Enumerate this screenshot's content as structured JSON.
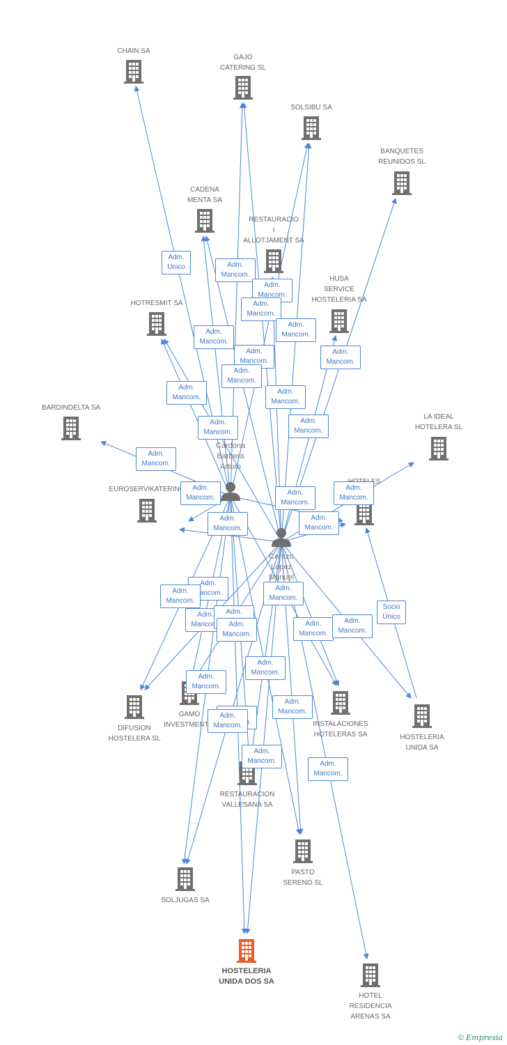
{
  "colors": {
    "edge": "#4a86d6",
    "building": "#6f6f6f",
    "highlight": "#ee5a28",
    "person": "#6f6f6f"
  },
  "companies": [
    {
      "id": "chain",
      "label": "CHAIN SA"
    },
    {
      "id": "gajo",
      "label": "GAJO\nCATERING SL"
    },
    {
      "id": "solsibu",
      "label": "SOLSIBU SA"
    },
    {
      "id": "banquetes",
      "label": "BANQUETES\nREUNIDOS SL"
    },
    {
      "id": "cadena",
      "label": "CADENA\nMENTA SA"
    },
    {
      "id": "restauracio",
      "label": "RESTAURACIO\nI\nALLOTJAMENT SA"
    },
    {
      "id": "husa",
      "label": "HUSA\nSERVICE\nHOSTELERIA SA"
    },
    {
      "id": "hotresmit",
      "label": "HOTRESMIT SA"
    },
    {
      "id": "bardindelta",
      "label": "BARDINDELTA SA"
    },
    {
      "id": "laideal",
      "label": "LA IDEAL\nHOTELERA SL"
    },
    {
      "id": "euroserv",
      "label": "EUROSERVIKATERING"
    },
    {
      "id": "hoteles",
      "label": "HOTELES\n   SL"
    },
    {
      "id": "difusion",
      "label": "DIFUSION\nHOSTELERA SL"
    },
    {
      "id": "gamo",
      "label": "GAMO\nINVESTMENT S"
    },
    {
      "id": "instalaciones",
      "label": "INSTALACIONES\nHOTELERAS SA"
    },
    {
      "id": "hostunida",
      "label": "HOSTELERIA\nUNIDA SA"
    },
    {
      "id": "vallesana",
      "label": "RESTAURACION\nVALLESANA SA"
    },
    {
      "id": "pasto",
      "label": "PASTO\nSERENO SL"
    },
    {
      "id": "soljugas",
      "label": "SOLJUGAS SA"
    },
    {
      "id": "hostunidados",
      "label": "HOSTELERIA\nUNIDA DOS SA",
      "highlight": true
    },
    {
      "id": "arenas",
      "label": "HOTEL\nRESIDENCIA\nARENAS SA"
    }
  ],
  "people": [
    {
      "id": "cardona",
      "label": "Cardona\nBarbera\nArturo"
    },
    {
      "id": "cerezo",
      "label": "Cerezo\nLopez\nManuel"
    }
  ],
  "edges": [
    {
      "from": "cardona",
      "to": "chain"
    },
    {
      "from": "cardona",
      "to": "gajo"
    },
    {
      "from": "cardona",
      "to": "solsibu"
    },
    {
      "from": "cardona",
      "to": "cadena"
    },
    {
      "from": "cardona",
      "to": "hotresmit"
    },
    {
      "from": "cardona",
      "to": "bardindelta"
    },
    {
      "from": "cardona",
      "to": "euroserv"
    },
    {
      "from": "cardona",
      "to": "hoteles"
    },
    {
      "from": "cardona",
      "to": "difusion"
    },
    {
      "from": "cardona",
      "to": "gamo"
    },
    {
      "from": "cardona",
      "to": "soljugas"
    },
    {
      "from": "cardona",
      "to": "hostunidados"
    },
    {
      "from": "cardona",
      "to": "pasto"
    },
    {
      "from": "cardona",
      "to": "instalaciones"
    },
    {
      "from": "cardona",
      "to": "vallesana"
    },
    {
      "from": "cerezo",
      "to": "gajo"
    },
    {
      "from": "cerezo",
      "to": "solsibu"
    },
    {
      "from": "cerezo",
      "to": "banquetes"
    },
    {
      "from": "cerezo",
      "to": "cadena"
    },
    {
      "from": "cerezo",
      "to": "restauracio"
    },
    {
      "from": "cerezo",
      "to": "husa"
    },
    {
      "from": "cerezo",
      "to": "hotresmit"
    },
    {
      "from": "cerezo",
      "to": "laideal"
    },
    {
      "from": "cerezo",
      "to": "hoteles"
    },
    {
      "from": "cerezo",
      "to": "euroserv"
    },
    {
      "from": "cerezo",
      "to": "difusion"
    },
    {
      "from": "cerezo",
      "to": "instalaciones"
    },
    {
      "from": "cerezo",
      "to": "hostunida"
    },
    {
      "from": "cerezo",
      "to": "vallesana"
    },
    {
      "from": "cerezo",
      "to": "pasto"
    },
    {
      "from": "cerezo",
      "to": "soljugas"
    },
    {
      "from": "cerezo",
      "to": "arenas"
    },
    {
      "from": "cerezo",
      "to": "hostunidados"
    },
    {
      "from": "cerezo",
      "to": "gamo"
    },
    {
      "from": "hostunida",
      "to": "hoteles"
    }
  ],
  "relations": [
    {
      "text": "Adm.\nUnico"
    },
    {
      "text": "Adm.\nMancom."
    },
    {
      "text": "Adm.\nMancom."
    },
    {
      "text": "Adm.\nMancom."
    },
    {
      "text": "Adm.\nMancom."
    },
    {
      "text": "Adm.\nMancom."
    },
    {
      "text": "Adm.\nMancom."
    },
    {
      "text": "Adm.\nMancom."
    },
    {
      "text": "Adm.\nMancom."
    },
    {
      "text": "Adm.\nMancom."
    },
    {
      "text": "Adm.\nMancom."
    },
    {
      "text": "Adm.\nMancom."
    },
    {
      "text": "Adm.\nMancom."
    },
    {
      "text": "Adm.\nMancom."
    },
    {
      "text": "Adm.\nMancom."
    },
    {
      "text": "Adm.\nMancom."
    },
    {
      "text": "Adm.\nMancom."
    },
    {
      "text": "Adm.\nMancom."
    },
    {
      "text": "Adm.\nMancom."
    },
    {
      "text": "Adm.\nMancom."
    },
    {
      "text": "Adm.\nMancom."
    },
    {
      "text": "Adm.\nMancom."
    },
    {
      "text": "Adm.\nMancom."
    },
    {
      "text": "Adm.\nMancom."
    },
    {
      "text": "Adm.\nMancom."
    },
    {
      "text": "Adm.\nMancom."
    },
    {
      "text": "Adm.\nMancom."
    },
    {
      "text": "Adm.\nMancom."
    },
    {
      "text": "Adm.\nMancom."
    },
    {
      "text": "Adm.\nMancom."
    },
    {
      "text": "Adm.\nMancom."
    },
    {
      "text": "Adm.\nMancom."
    },
    {
      "text": "Adm.\nMancom."
    },
    {
      "text": "Adm.\nMancom."
    },
    {
      "text": "Socio\nÚnico"
    }
  ],
  "footer": {
    "copyright": "©",
    "brand": "Empresia"
  }
}
